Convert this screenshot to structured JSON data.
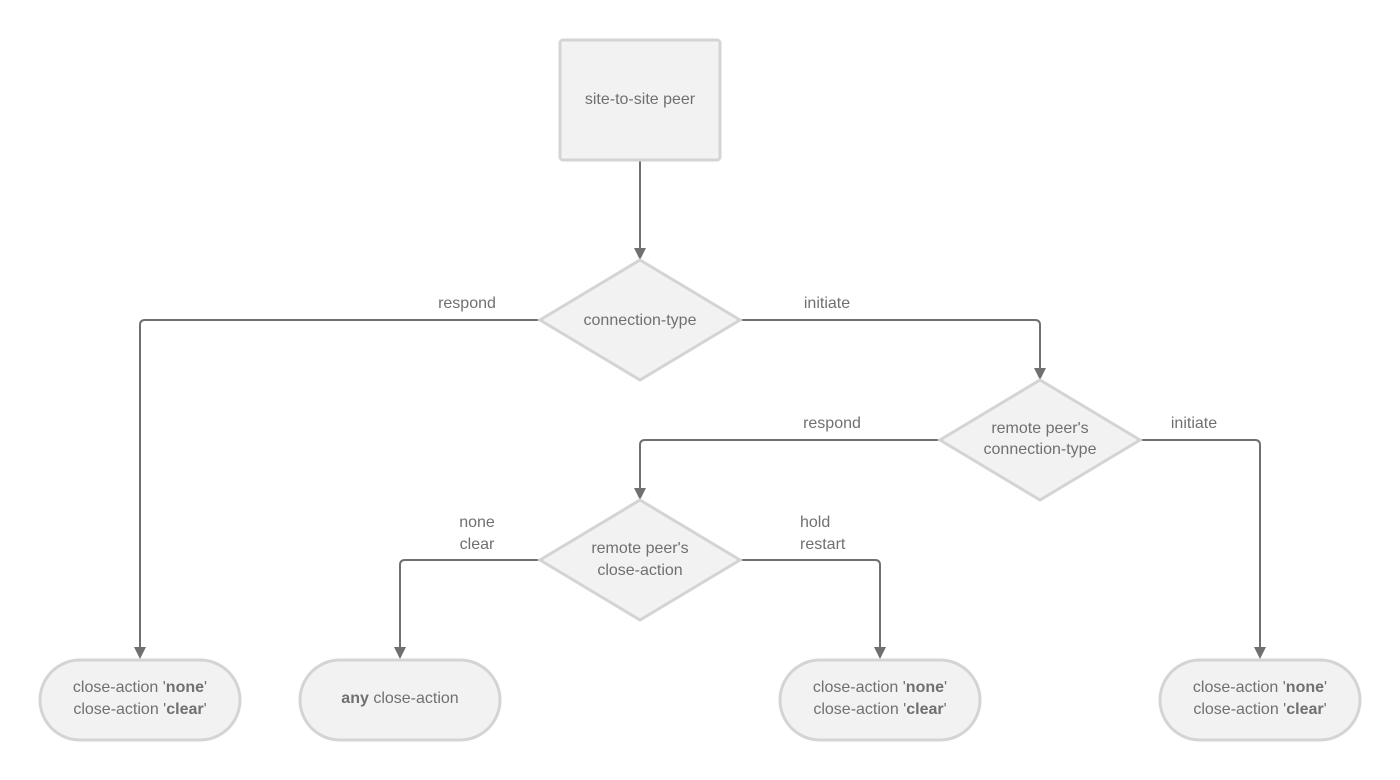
{
  "nodes": {
    "start": {
      "label": "site-to-site peer"
    },
    "connection_type": {
      "label": "connection-type"
    },
    "remote_connection_type": {
      "line1": "remote peer's",
      "line2": "connection-type"
    },
    "remote_close_action": {
      "line1": "remote peer's",
      "line2": "close-action"
    },
    "result_left": {
      "line1_prefix": "close-action '",
      "line1_bold": "none",
      "line1_suffix": "'",
      "line2_prefix": "close-action '",
      "line2_bold": "clear",
      "line2_suffix": "'"
    },
    "result_any": {
      "bold": "any",
      "rest": " close-action"
    },
    "result_mid": {
      "line1_prefix": "close-action '",
      "line1_bold": "none",
      "line1_suffix": "'",
      "line2_prefix": "close-action '",
      "line2_bold": "clear",
      "line2_suffix": "'"
    },
    "result_right": {
      "line1_prefix": "close-action '",
      "line1_bold": "none",
      "line1_suffix": "'",
      "line2_prefix": "close-action '",
      "line2_bold": "clear",
      "line2_suffix": "'"
    }
  },
  "edges": {
    "ct_respond": "respond",
    "ct_initiate": "initiate",
    "rct_respond": "respond",
    "rct_initiate": "initiate",
    "rca_left_line1": "none",
    "rca_left_line2": "clear",
    "rca_right_line1": "hold",
    "rca_right_line2": "restart"
  },
  "colors": {
    "node_fill": "#f2f2f2",
    "node_stroke": "#d4d4d4",
    "edge": "#707070",
    "text": "#707070"
  }
}
